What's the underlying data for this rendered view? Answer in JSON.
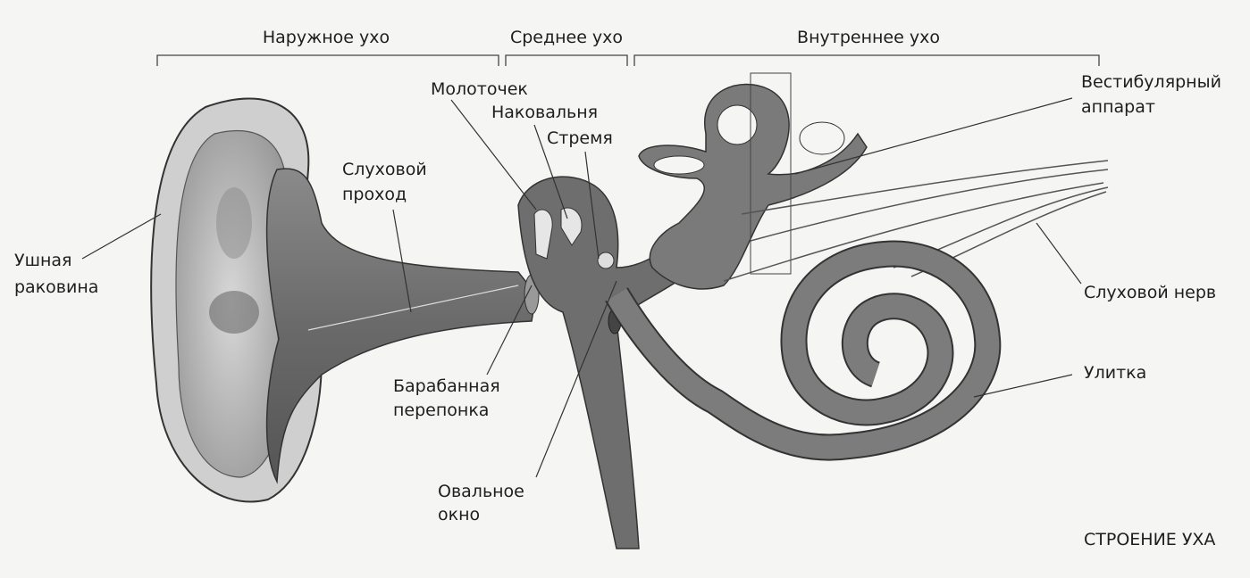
{
  "sections": {
    "outer": "Наружное ухо",
    "middle": "Среднее ухо",
    "inner": "Внутреннее ухо"
  },
  "labels": {
    "malleus": "Молоточек",
    "incus": "Наковальня",
    "stapes": "Стремя",
    "vestibular_1": "Вестибулярный",
    "vestibular_2": "аппарат",
    "canal_1": "Слуховой",
    "canal_2": "проход",
    "auricle_1": "Ушная",
    "auricle_2": "раковина",
    "nerve": "Слуховой нерв",
    "cochlea": "Улитка",
    "eardrum_1": "Барабанная",
    "eardrum_2": "перепонка",
    "oval_1": "Овальное",
    "oval_2": "окно"
  },
  "title": "СТРОЕНИЕ УХА"
}
